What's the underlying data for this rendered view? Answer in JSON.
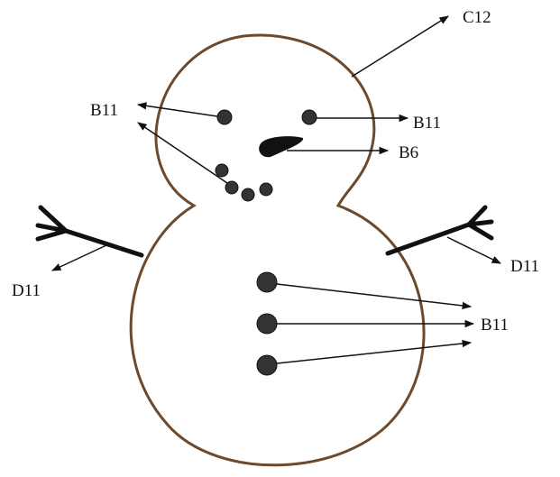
{
  "diagram": {
    "labels": {
      "hat_part": "C12",
      "left_eye": "B11",
      "right_eye": "B11",
      "nose": "B6",
      "left_arm": "D11",
      "right_arm": "D11",
      "buttons": "B11"
    },
    "colors": {
      "outline": "#6b4a2e",
      "body_fill": "#ffffff",
      "dots": "#333333",
      "arms": "#111111",
      "arrows": "#111111"
    }
  }
}
